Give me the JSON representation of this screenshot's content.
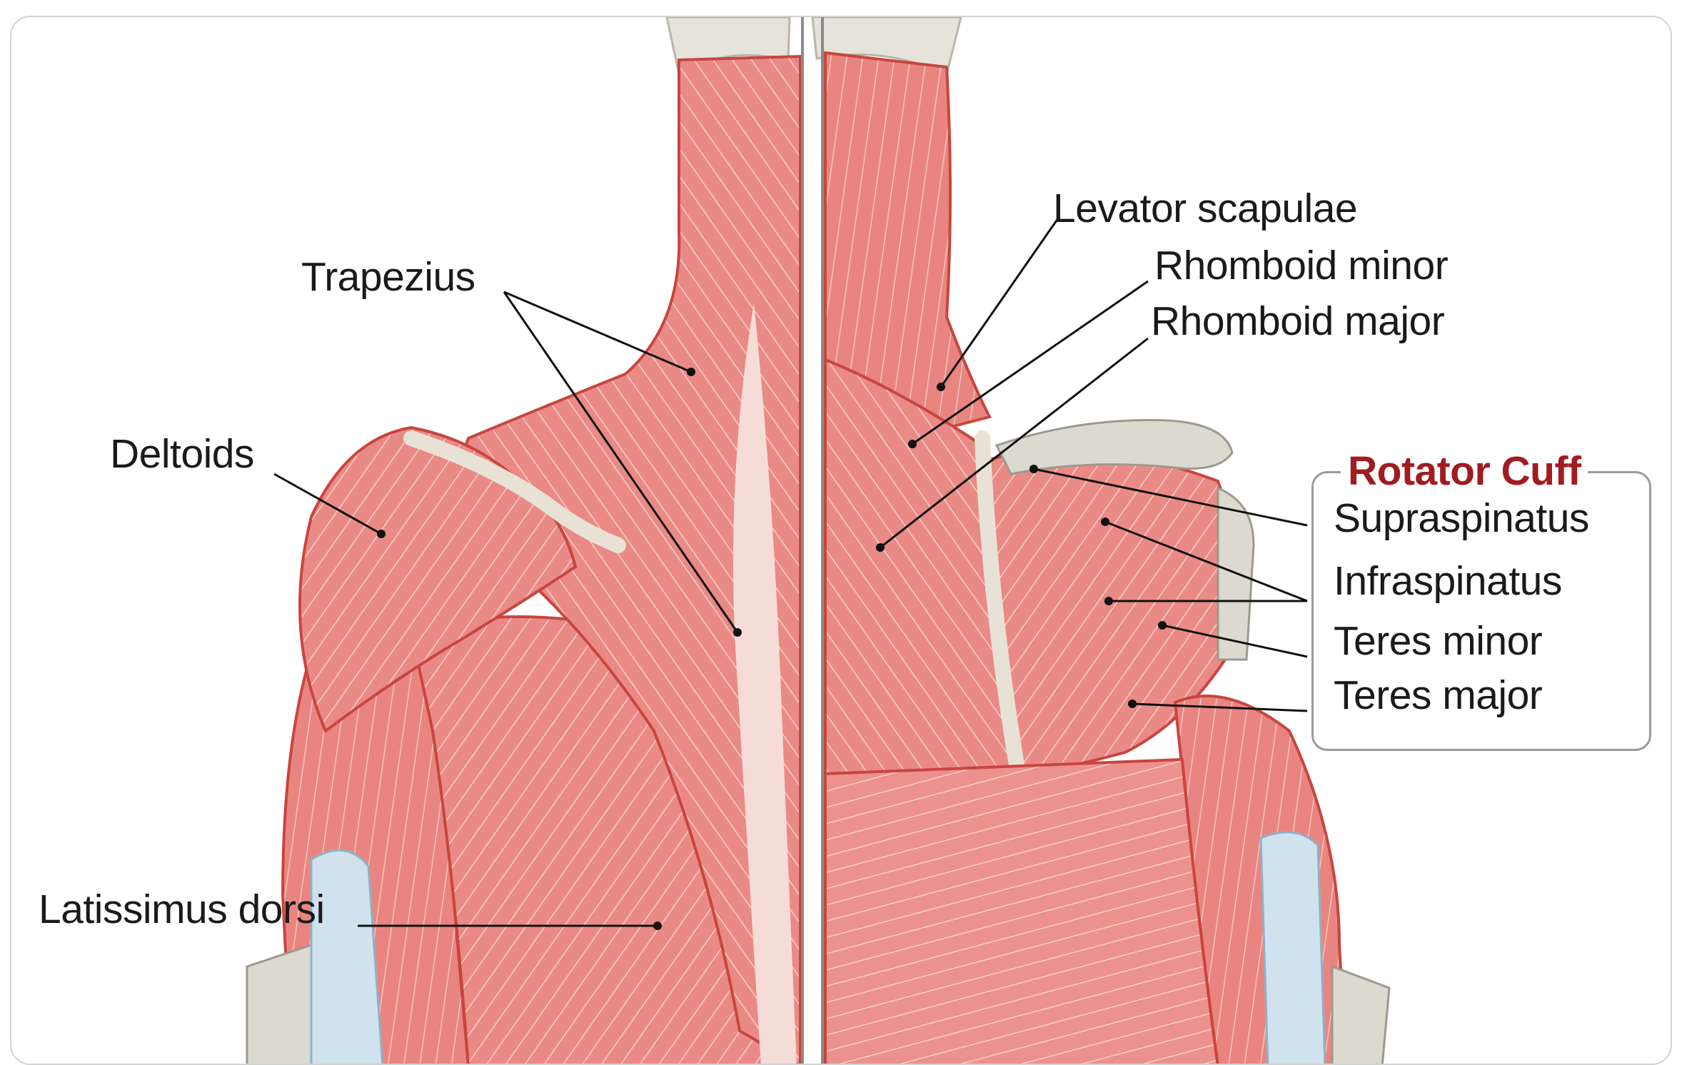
{
  "labels": {
    "trapezius": "Trapezius",
    "deltoids": "Deltoids",
    "latissimus_dorsi": "Latissimus dorsi",
    "levator_scapulae": "Levator scapulae",
    "rhomboid_minor": "Rhomboid minor",
    "rhomboid_major": "Rhomboid major"
  },
  "rotator_cuff": {
    "title": "Rotator Cuff",
    "items": [
      "Supraspinatus",
      "Infraspinatus",
      "Teres minor",
      "Teres major"
    ]
  },
  "colors": {
    "muscle": "#ea8a86",
    "muscle_light": "#f4b3ae",
    "muscle_dark": "#c9453f",
    "tendon": "#e9e4dc",
    "bone": "#dcd9cf",
    "rotator_cuff_title": "#a01c20"
  }
}
